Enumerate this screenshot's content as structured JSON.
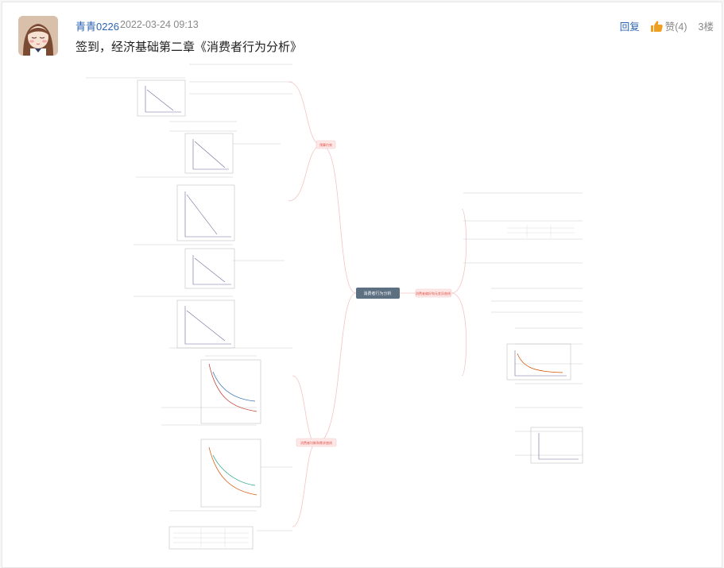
{
  "post": {
    "username": "青青0226",
    "time": "2022-03-24 09:13",
    "text": "签到，经济基础第二章《消费者行为分析》",
    "reply_label": "回复",
    "like_label": "赞(4)",
    "floor_label": "3楼"
  },
  "mindmap": {
    "root": "消费者行为分析",
    "branches": [
      "预算约束",
      "消费者均衡和需求曲线",
      "消费者偏好和无差异曲线"
    ]
  },
  "colors": {
    "link": "#2d64b3",
    "muted": "#888888",
    "accent_red": "#e0554a",
    "root_node": "#5d7082",
    "branch_node": "#fde7e7"
  },
  "icons": [
    "thumbs-up-icon"
  ]
}
